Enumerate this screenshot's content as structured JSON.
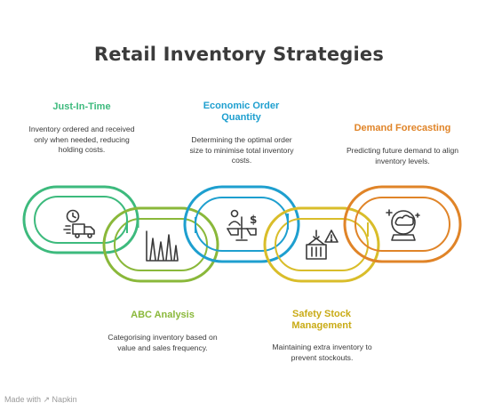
{
  "title": "Retail Inventory Strategies",
  "watermark": "Made with ↗ Napkin",
  "strategies": [
    {
      "title": "Just-In-Time",
      "description": "Inventory ordered and received only when needed, reducing holding costs.",
      "color": "#3dba7d",
      "icon": "clock-delivery-truck-icon",
      "position": "top"
    },
    {
      "title": "ABC Analysis",
      "description": "Categorising inventory based on value and sales frequency.",
      "color": "#8ab83a",
      "icon": "bar-chart-icon",
      "position": "bottom"
    },
    {
      "title": "Economic Order Quantity",
      "description": "Determining the optimal order size to minimise total inventory costs.",
      "color": "#1e9fcf",
      "icon": "person-dollar-balance-icon",
      "position": "top"
    },
    {
      "title": "Safety Stock Management",
      "description": "Maintaining extra inventory to prevent stockouts.",
      "color": "#d9bd2a",
      "icon": "crane-box-warning-icon",
      "position": "bottom"
    },
    {
      "title": "Demand Forecasting",
      "description": "Predicting future demand to align inventory levels.",
      "color": "#e08428",
      "icon": "crystal-ball-icon",
      "position": "top"
    }
  ]
}
